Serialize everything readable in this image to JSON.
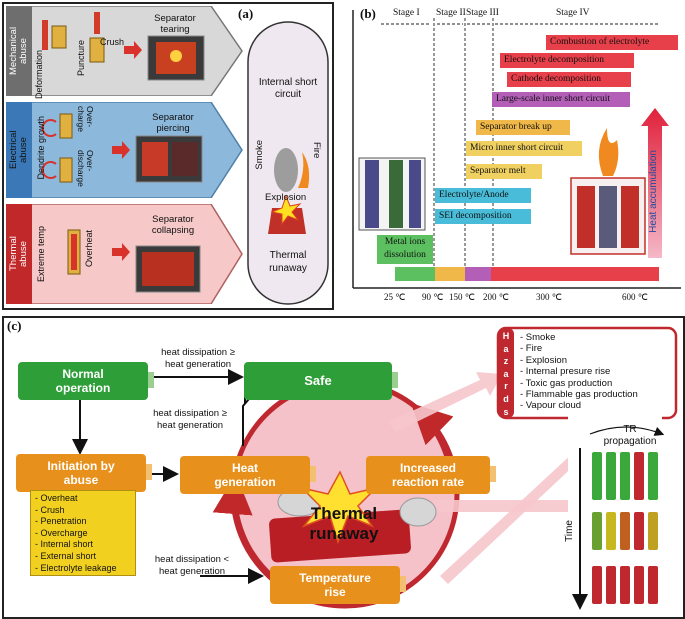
{
  "panel_a": {
    "label": "(a)",
    "rows": [
      {
        "title_line1": "Mechanical",
        "title_line2": "abuse",
        "cause1": "Deformation",
        "cause2a": "Puncture",
        "cause2b": "Crush",
        "result_line1": "Separator",
        "result_line2": "tearing"
      },
      {
        "title_line1": "Electrical",
        "title_line2": "abuse",
        "cause1": "Dendrite growth",
        "cause2a": "Over-",
        "cause2b": "charge",
        "cause3a": "Over-",
        "cause3b": "discharge",
        "result_line1": "Separator",
        "result_line2": "piercing"
      },
      {
        "title_line1": "Thermal",
        "title_line2": "abuse",
        "cause1": "Extreme temp",
        "cause2a": "Overheat",
        "result_line1": "Separator",
        "result_line2": "collapsing"
      }
    ],
    "capsule": {
      "top_line1": "Internal short",
      "top_line2": "circuit",
      "smoke": "Smoke",
      "fire": "Fire",
      "explosion": "Explosion",
      "bottom_line1": "Thermal",
      "bottom_line2": "runaway"
    }
  },
  "panel_b": {
    "label": "(b)",
    "stages": [
      "Stage I",
      "Stage II",
      "Stage III",
      "Stage IV"
    ],
    "ticks": [
      "25 ℃",
      "90 ℃",
      "150 ℃",
      "200 ℃",
      "300 ℃",
      "600 ℃"
    ],
    "events": [
      {
        "text": "Combustion of electrolyte",
        "color": "#e8404a"
      },
      {
        "text": "Electrolyte decomposition",
        "color": "#e8404a"
      },
      {
        "text": "Cathode decomposition",
        "color": "#e8404a"
      },
      {
        "text": "Large-scale inner short circuit",
        "color": "#b35fb8"
      },
      {
        "text": "Separator break up",
        "color": "#f0b848"
      },
      {
        "text": "Micro inner short circuit",
        "color": "#f0d060"
      },
      {
        "text": "Separator melt",
        "color": "#f0d060"
      },
      {
        "text": "Electrolyte/Anode",
        "color": "#48bcd8"
      },
      {
        "text": "SEI decomposition",
        "color": "#48bcd8"
      },
      {
        "text": "Metal ions",
        "color": "#5cc060"
      },
      {
        "text": "dissolution",
        "color": "#5cc060"
      }
    ],
    "heat_label": "Heat accumulation"
  },
  "panel_c": {
    "label": "(c)",
    "normal": {
      "line1": "Normal",
      "line2": "operation"
    },
    "safe": "Safe",
    "initiation": {
      "line1": "Initiation by",
      "line2": "abuse"
    },
    "causes": [
      "- Overheat",
      "- Crush",
      "- Penetration",
      "- Overcharge",
      "- Internal short",
      "- External short",
      "- Electrolyte leakage"
    ],
    "heat_gen": {
      "line1": "Heat",
      "line2": "generation"
    },
    "increased": {
      "line1": "Increased",
      "line2": "reaction rate"
    },
    "temp_rise": {
      "line1": "Temperature",
      "line2": "rise"
    },
    "thermal_runaway": {
      "line1": "Thermal",
      "line2": "runaway"
    },
    "arrow_labels": {
      "a1_line1": "heat dissipation ≥",
      "a1_line2": "heat generation",
      "a2_line1": "heat dissipation ≥",
      "a2_line2": "heat generation",
      "a3_line1": "heat dissipation <",
      "a3_line2": "heat generation"
    },
    "hazards_letters": [
      "H",
      "a",
      "z",
      "a",
      "r",
      "d",
      "s"
    ],
    "hazards": [
      "- Smoke",
      "- Fire",
      "- Explosion",
      "- Internal presure rise",
      "- Toxic gas production",
      "- Flammable gas production",
      "- Vapour cloud"
    ],
    "tr": {
      "line1": "TR",
      "line2": "propagation",
      "time": "Time"
    }
  }
}
